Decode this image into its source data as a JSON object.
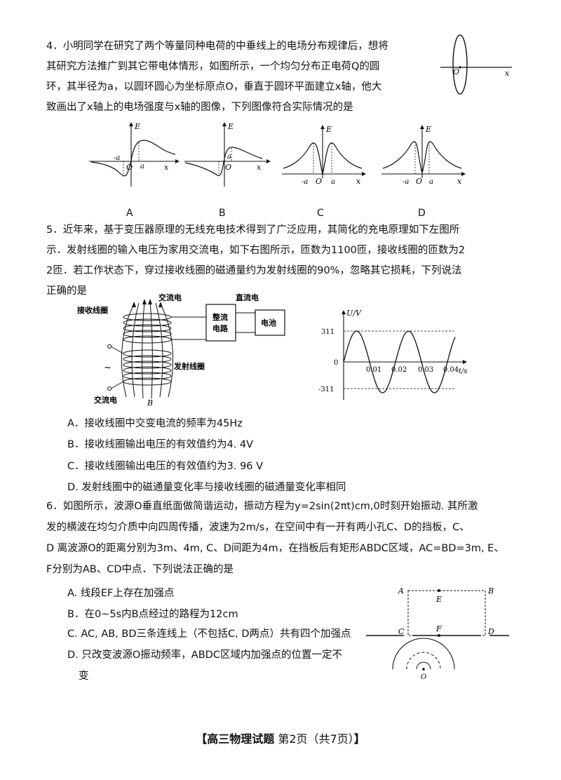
{
  "q4": {
    "lines": [
      "4．小明同学在研究了两个等量同种电荷的中垂线上的电场分布规律后，想将",
      "其研究方法推广到其它带电体情形，如图所示，一个均匀分布正电荷Q的圆",
      "环，其半径为a，以圆环圆心为坐标原点O，垂直于圆环平面建立x轴，他大",
      "致画出了x轴上的电场强度与x轴的图像，下列图像符合实际情况的是"
    ],
    "ring_labels": {
      "origin": "O",
      "x": "x"
    },
    "graph_labels": {
      "e": "E",
      "o": "O",
      "x": "x",
      "a": "a",
      "neg_a": "-a"
    },
    "choices": [
      "A",
      "B",
      "C",
      "D"
    ]
  },
  "q5": {
    "lines": [
      "5．近年来，基于变压器原理的无线充电技术得到了广泛应用，其简化的充电原理如下左图所",
      "示．发射线圈的输入电压为家用交流电，如下右图所示，匝数为1100匝，接收线圈的匝数为2",
      "2匝．若工作状态下，穿过接收线圈的磁通量约为发射线圈的90%，忽略其它损耗，下列说法",
      "正确的是"
    ],
    "circuit": {
      "receive_coil": "接收线圈",
      "ac1": "交流电",
      "dc": "直流电",
      "rectifier_line1": "整流",
      "rectifier_line2": "电路",
      "battery": "电池",
      "tilde": "~",
      "transmit_coil": "发射线圈",
      "ac2": "交流电",
      "b": "B"
    },
    "plot": {
      "ylabel": "U/V",
      "xlabel": "t/s",
      "y_max_label": "311",
      "y_min_label": "-311",
      "zero": "0",
      "ticks": [
        "0.01",
        "0.02",
        "0.03",
        "0.04"
      ]
    },
    "options": [
      "A．接收线圈中交变电流的频率为45Hz",
      "B．接收线圈输出电压的有效值约为4. 4V",
      "C．接收线圈输出电压的有效值约为3. 96  V",
      "D. 发射线圈中的磁通量变化率与接收线圈的磁通量变化率相同"
    ]
  },
  "q6": {
    "lines": [
      "6．如图所示，波源O垂直纸面做简谐运动，振动方程为y=2sin(2πt)cm,0时刻开始振动. 其所激",
      "发的横波在均匀介质中向四周传播，波速为2m/s，在空间中有一开有两小孔C、D的挡板，C、",
      "D  离波源O的距离分别为3m、4m, C、D间距为4m，在挡板后有矩形ABDC区域，AC=BD=3m, E、",
      "F分别为AB、CD中点．下列说法正确的是"
    ],
    "options": [
      "A. 线段EF上存在加强点",
      "B．在0~5s内B点经过的路程为12cm",
      "C. AC, AB, BD三条连线上（不包括C, D两点）共有四个加强点",
      "D. 只改变波源O振动频率，ABDC区域内加强点的位置一定不"
    ],
    "option_d_cont": "变",
    "figure_labels": {
      "a": "A",
      "b": "B",
      "c": "C",
      "d": "D",
      "e": "E",
      "f": "F",
      "o": "O"
    }
  },
  "footer": {
    "open": "【",
    "title": "高三物理试题",
    "page": " 第2页（共7页）",
    "close": "】"
  }
}
